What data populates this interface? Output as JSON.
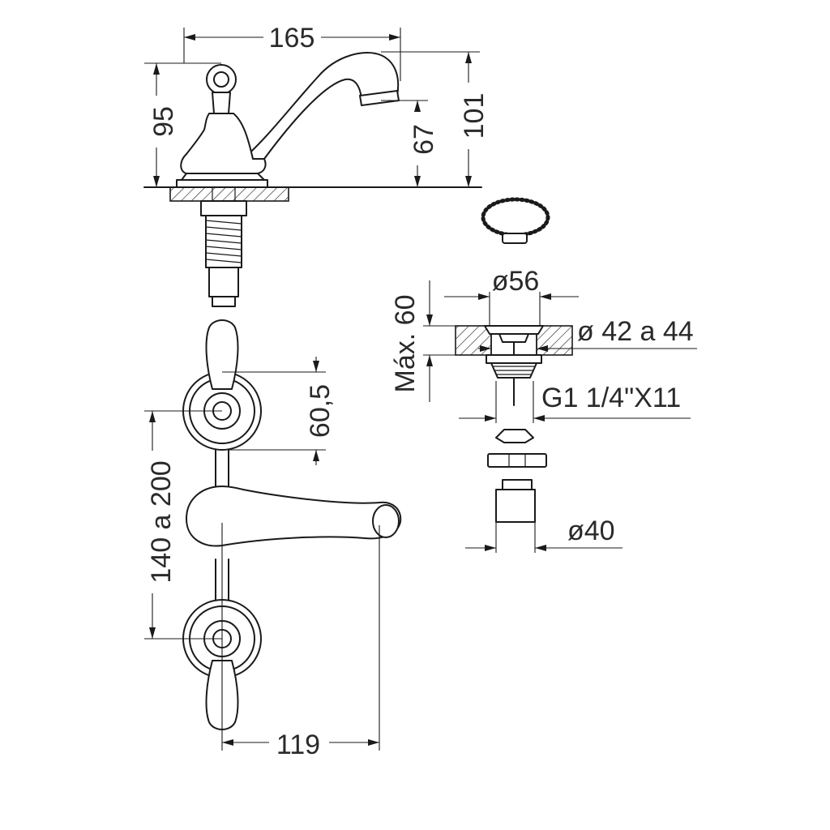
{
  "dimensions": {
    "spout_length": "165",
    "handle_height": "95",
    "spout_clearance": "67",
    "total_height": "101",
    "drain_diameter": "ø56",
    "max_thickness": "Máx. 60",
    "hole_diameter": "ø 42 a 44",
    "thread_spec": "G1 1/4\"X11",
    "outlet_diameter": "ø40",
    "escutcheon_height": "60,5",
    "centers_range": "140 a 200",
    "lever_reach": "119"
  }
}
